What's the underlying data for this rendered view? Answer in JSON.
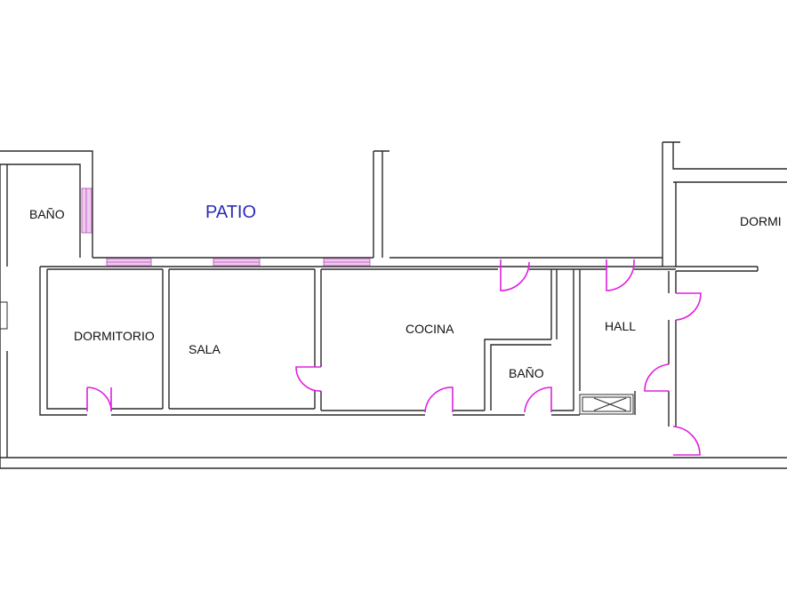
{
  "plan": {
    "rooms": {
      "bano_left": "BAÑO",
      "patio": "PATIO",
      "dormitorio_right": "DORMI",
      "dormitorio": "DORMITORIO",
      "sala": "SALA",
      "cocina": "COCINA",
      "hall": "HALL",
      "bano_center": "BAÑO"
    },
    "colors": {
      "wall": "#2b2b2b",
      "door": "#e020e0",
      "window": "#f0c8f0",
      "patio_label": "#2c2cb8"
    }
  }
}
